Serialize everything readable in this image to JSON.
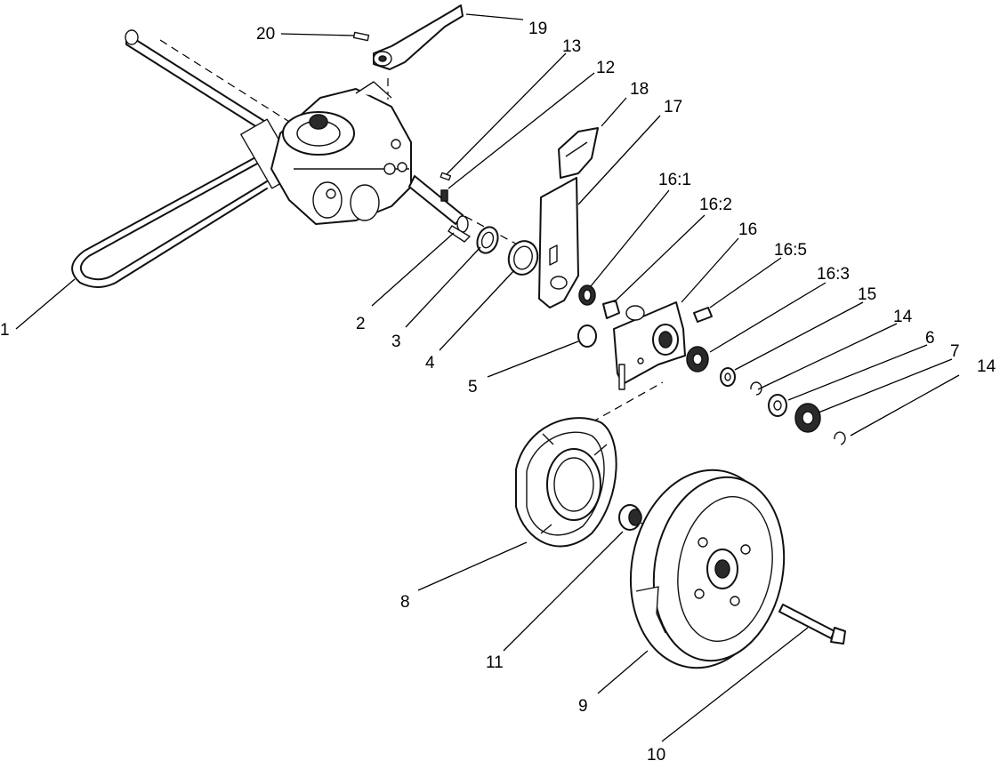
{
  "callouts": {
    "c1": "1",
    "c2": "2",
    "c3": "3",
    "c4": "4",
    "c5": "5",
    "c6": "6",
    "c7": "7",
    "c8": "8",
    "c9": "9",
    "c10": "10",
    "c11": "11",
    "c12": "12",
    "c13": "13",
    "c14a": "14",
    "c14b": "14",
    "c15": "15",
    "c16": "16",
    "c16_1": "16:1",
    "c16_2": "16:2",
    "c16_3": "16:3",
    "c16_5": "16:5",
    "c17": "17",
    "c18": "18",
    "c19": "19",
    "c20": "20"
  },
  "colors": {
    "ink": "#111111",
    "paper": "#ffffff",
    "shade": "#d8d8d8"
  }
}
